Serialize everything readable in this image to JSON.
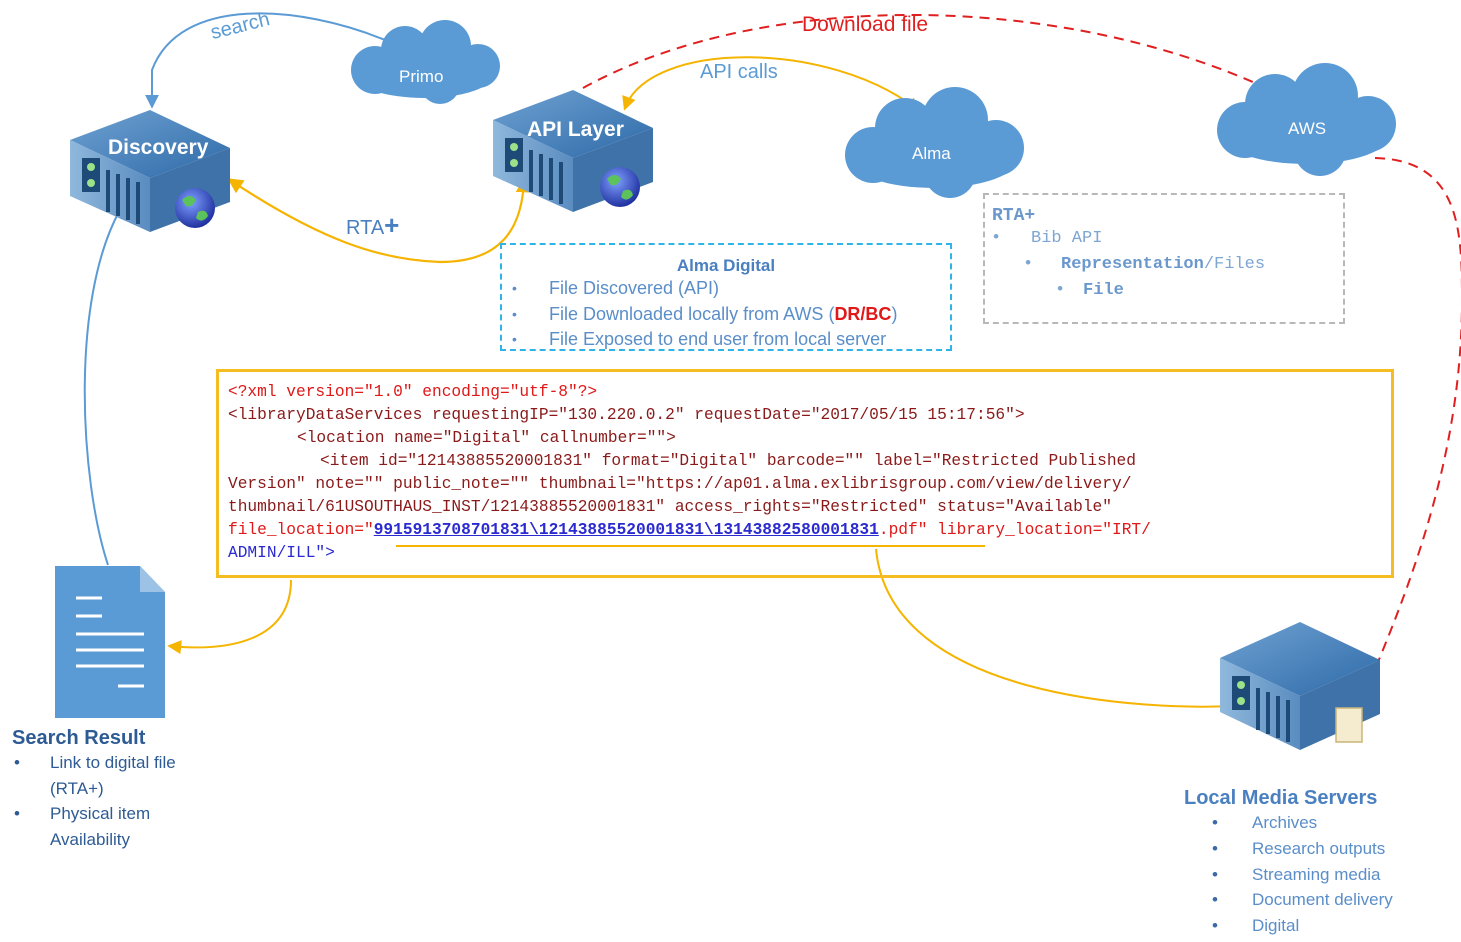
{
  "labels": {
    "search": "search",
    "download_file": "Download file",
    "api_calls": "API calls",
    "rta_plus": "RTA",
    "rta_plus_sign": "+"
  },
  "clouds": {
    "primo": "Primo",
    "alma": "Alma",
    "aws": "AWS"
  },
  "servers": {
    "discovery": "Discovery",
    "api_layer": "API Layer"
  },
  "alma_digital": {
    "title": "Alma Digital",
    "items": [
      "File Discovered (API)",
      "File Downloaded locally from AWS (",
      "File Exposed to end user from local server"
    ],
    "dr_bc": "DR/BC",
    "close_paren": ")"
  },
  "rta_box": {
    "title": "RTA+",
    "items": [
      "Bib API",
      "Representation",
      "/Files",
      "File"
    ]
  },
  "xml": {
    "decl": "<?xml version=\"1.0\" encoding=\"utf-8\"?>",
    "line2": "<libraryDataServices requestingIP=\"130.220.0.2\" requestDate=\"2017/05/15 15:17:56\">",
    "line3": "<location name=\"Digital\" callnumber=\"\">",
    "line4": "<item id=\"12143885520001831\" format=\"Digital\" barcode=\"\" label=\"Restricted Published",
    "line5": "Version\" note=\"\" public_note=\"\" thumbnail=\"https://ap01.alma.exlibrisgroup.com/view/delivery/",
    "line6": "thumbnail/61USOUTHAUS_INST/12143885520001831\" access_rights=\"Restricted\" status=\"Available\"",
    "line7_pre": "file_location=\"",
    "line7_link": "9915913708701831\\12143885520001831\\13143882580001831",
    "line7_post": ".pdf\" library_location=\"IRT/",
    "line8": "ADMIN/ILL\">"
  },
  "search_result": {
    "title": "Search Result",
    "items": [
      "Link to digital file (RTA+)",
      "Physical item Availability"
    ]
  },
  "local_media": {
    "title": "Local Media Servers",
    "items": [
      "Archives",
      "Research outputs",
      "Streaming media",
      "Document delivery",
      "Digital"
    ]
  },
  "colors": {
    "blue_arrow": "#5b9bd5",
    "yellow_arrow": "#f5b400",
    "red_dashed": "#e02020",
    "cloud": "#5b9bd5"
  }
}
